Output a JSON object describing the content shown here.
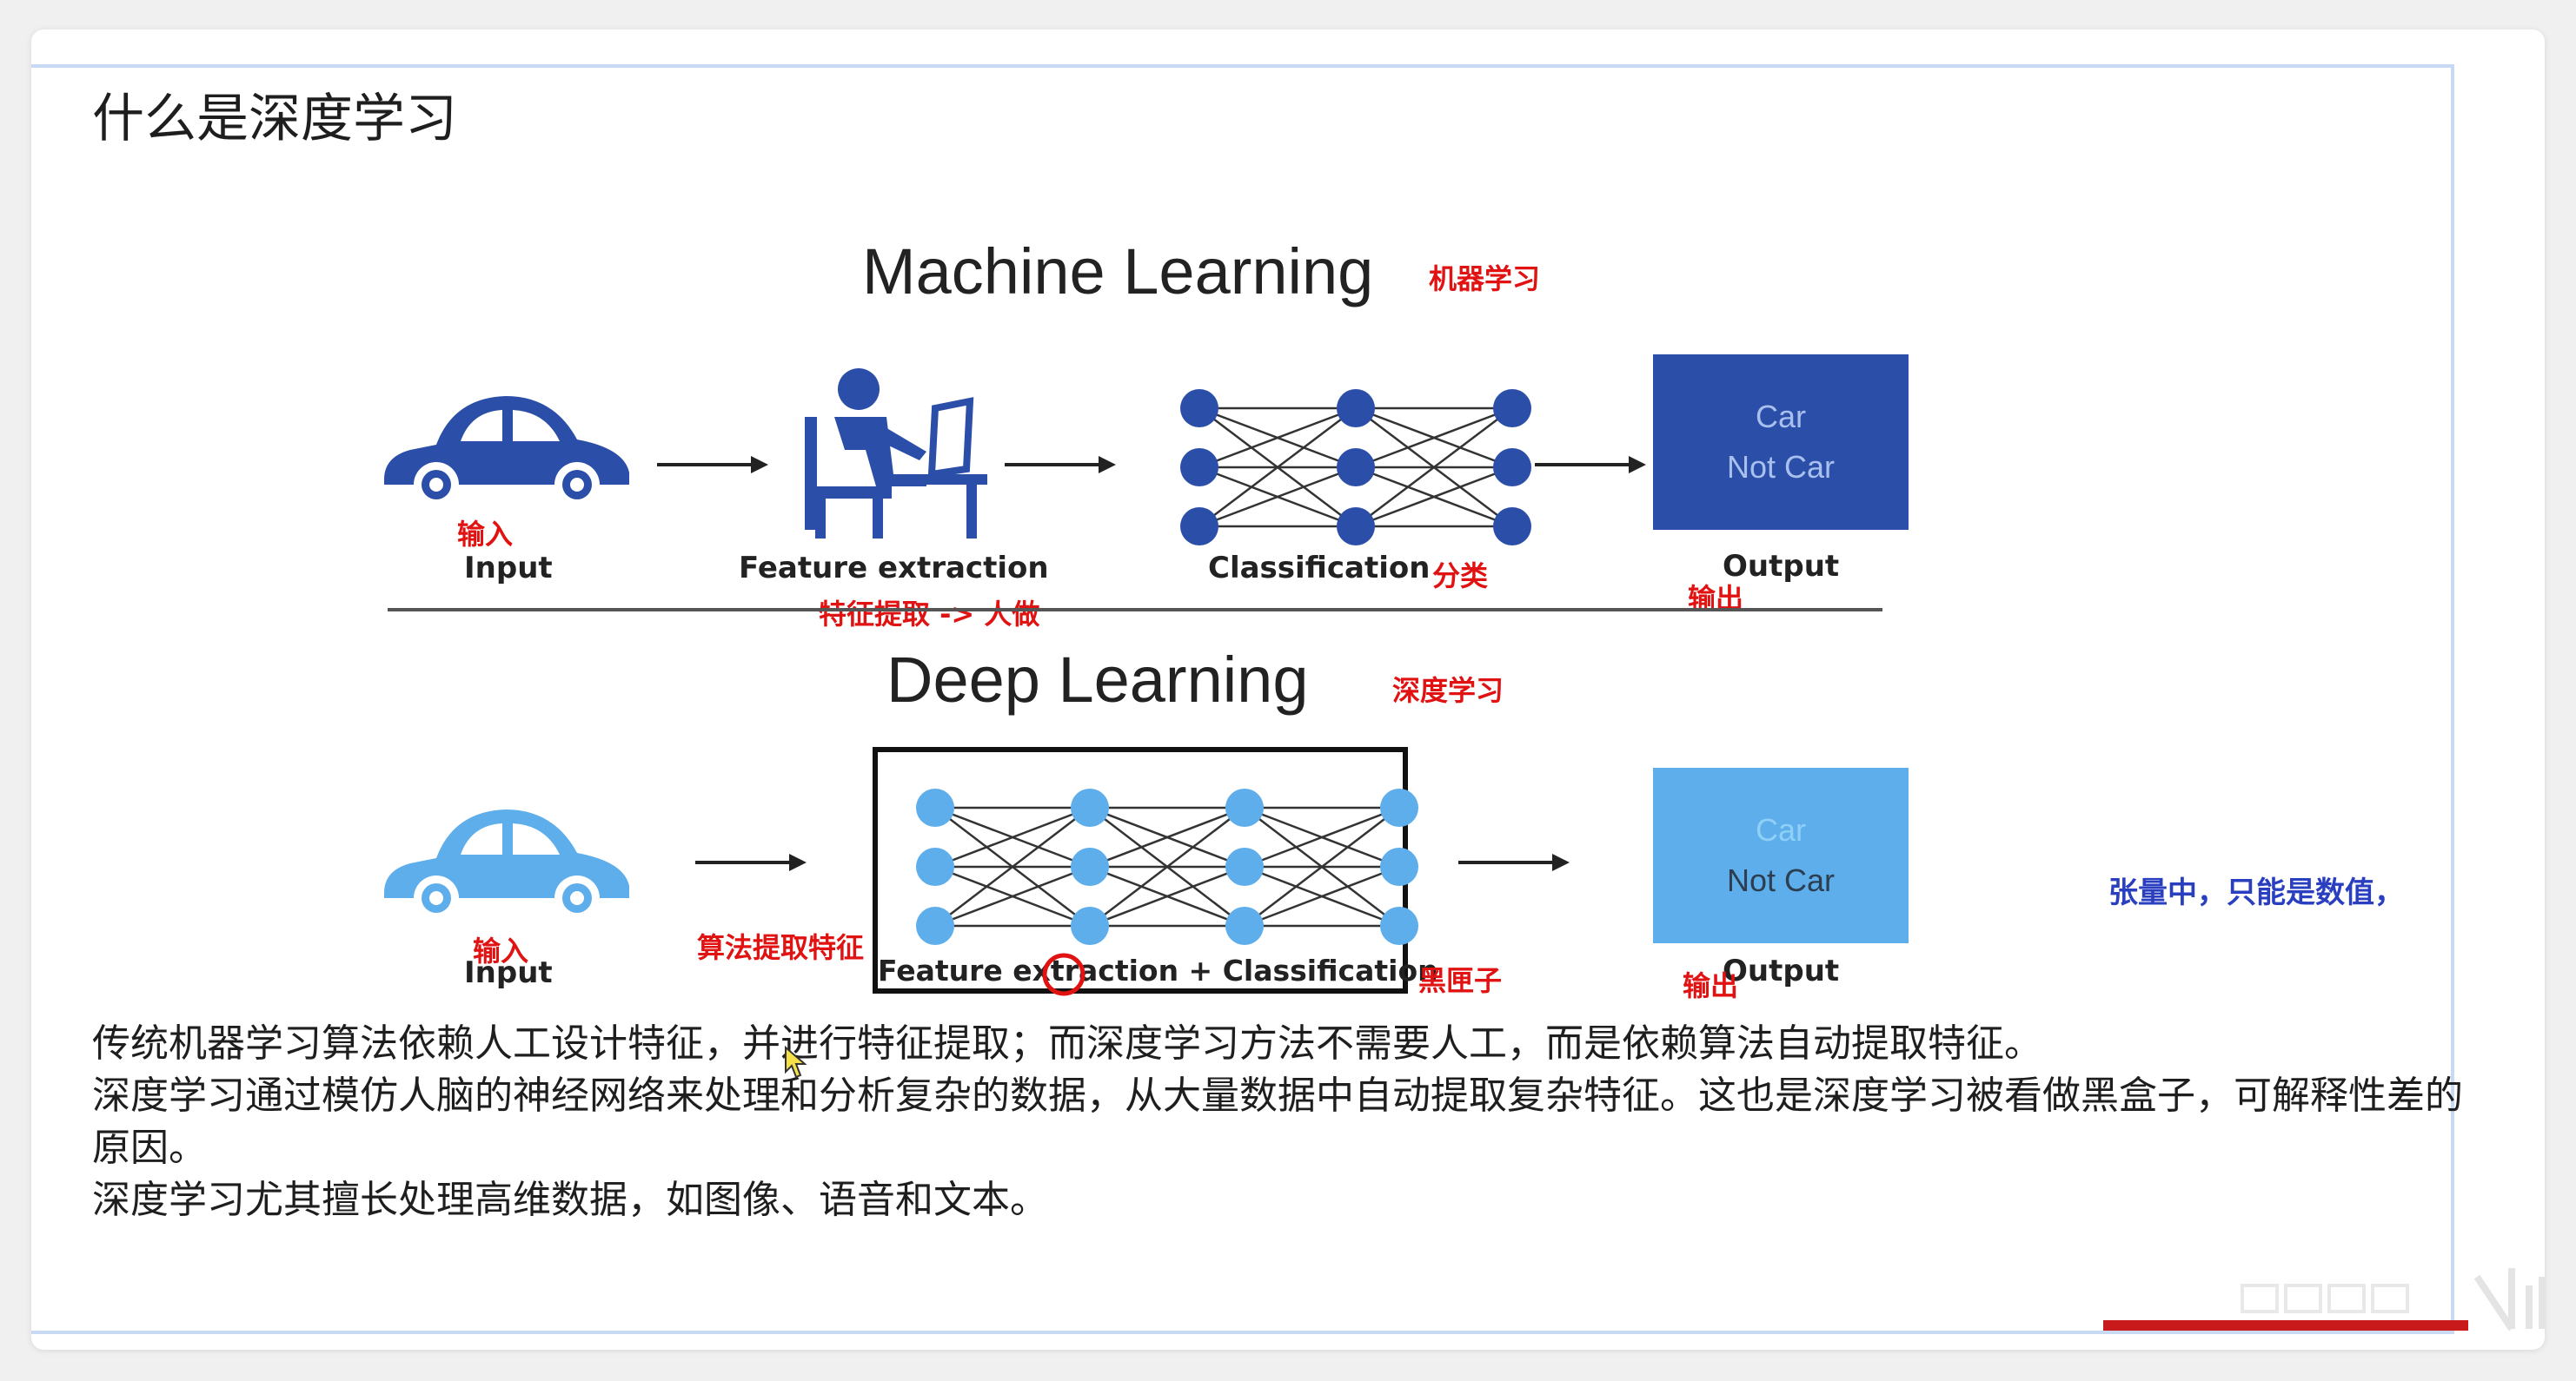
{
  "slide": {
    "title": "什么是深度学习"
  },
  "ml": {
    "title": "Machine Learning",
    "title_cn": "机器学习",
    "input_label": "Input",
    "input_cn": "输入",
    "feature_label": "Feature extraction",
    "feature_cn": "特征提取 -> 人做",
    "classification_label": "Classification",
    "classification_cn": "分类",
    "output_label": "Output",
    "output_cn": "输出",
    "output_box": {
      "line1": "Car",
      "line2": "Not Car"
    }
  },
  "dl": {
    "title": "Deep Learning",
    "title_cn": "深度学习",
    "input_label": "Input",
    "input_cn": "输入",
    "algo_cn": "算法提取特征",
    "nn_label": "Feature extraction + Classification",
    "blackbox_cn": "黑匣子",
    "output_label": "Output",
    "output_cn": "输出",
    "output_box": {
      "line1": "Car",
      "line2": "Not Car"
    },
    "note": "张量中，只能是数值，"
  },
  "paragraphs": [
    "传统机器学习算法依赖人工设计特征，并进行特征提取；而深度学习方法不需要人工，而是依赖算法自动提取特征。",
    "深度学习通过模仿人脑的神经网络来处理和分析复杂的数据，从大量数据中自动提取复杂特征。这也是深度学习被看做黑盒子，可解释性差的原因。",
    "深度学习尤其擅长处理高维数据，如图像、语音和文本。"
  ],
  "colors": {
    "ml_blue": "#2b4fa8",
    "dl_blue": "#5eaeeb",
    "annotation_red": "#e01212",
    "note_blue": "#2a3ec0"
  },
  "icons": {
    "ml_input": "car-icon",
    "ml_feature": "person-at-desk-icon",
    "dl_input": "car-icon",
    "cursor": "mouse-cursor-icon"
  }
}
